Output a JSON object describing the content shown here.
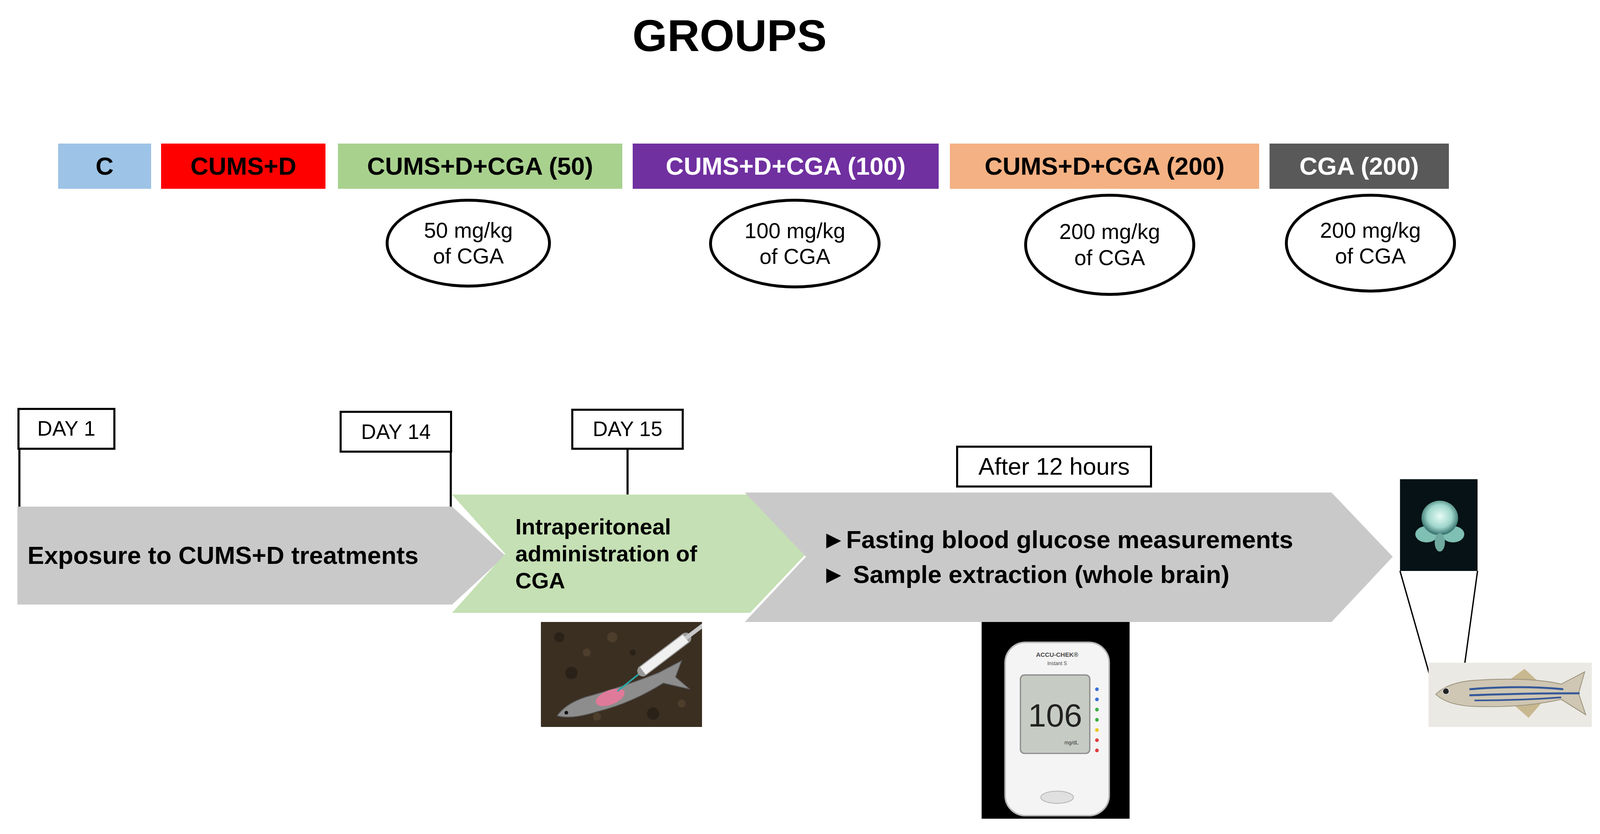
{
  "diagram": {
    "title": "GROUPS",
    "nodes": [
      {
        "text": [
          "C"
        ]
      },
      {
        "text": [
          "CUMS+D"
        ]
      },
      {
        "text": [
          "CUMS+D+CGA (50)"
        ]
      },
      {
        "text": [
          "CUMS+D+CGA (100)"
        ]
      },
      {
        "text": [
          "CUMS+D+CGA (200)"
        ]
      },
      {
        "text": [
          "CGA (200)"
        ]
      },
      {
        "text": [
          "50 mg/kg of CGA"
        ]
      },
      {
        "text": [
          "100 mg/kg of CGA"
        ]
      },
      {
        "text": [
          "200 mg/kg of CGA"
        ]
      },
      {
        "text": [
          "200 mg/kg of CGA"
        ]
      },
      {
        "text": [
          "DAY 1"
        ]
      },
      {
        "text": [
          "DAY 14"
        ]
      },
      {
        "text": [
          "DAY 15"
        ]
      },
      {
        "text": [
          "After 12 hours"
        ]
      },
      {
        "text": [
          "Exposure to CUMS+D treatments"
        ]
      },
      {
        "text": [
          "Intraperitoneal administration of CGA"
        ]
      },
      {
        "text": [
          "►Fasting blood glucose measurements",
          "► Sample extraction (whole brain)"
        ]
      }
    ],
    "edges": [
      {
        "from": 10,
        "to": 14,
        "arrow": "none"
      },
      {
        "from": 11,
        "to": 14,
        "arrow": "none"
      },
      {
        "from": 12,
        "to": 15,
        "arrow": "none"
      }
    ],
    "labels": [
      "ACCU-CHEK®",
      "Instant S",
      "106",
      "mg/dL"
    ]
  }
}
